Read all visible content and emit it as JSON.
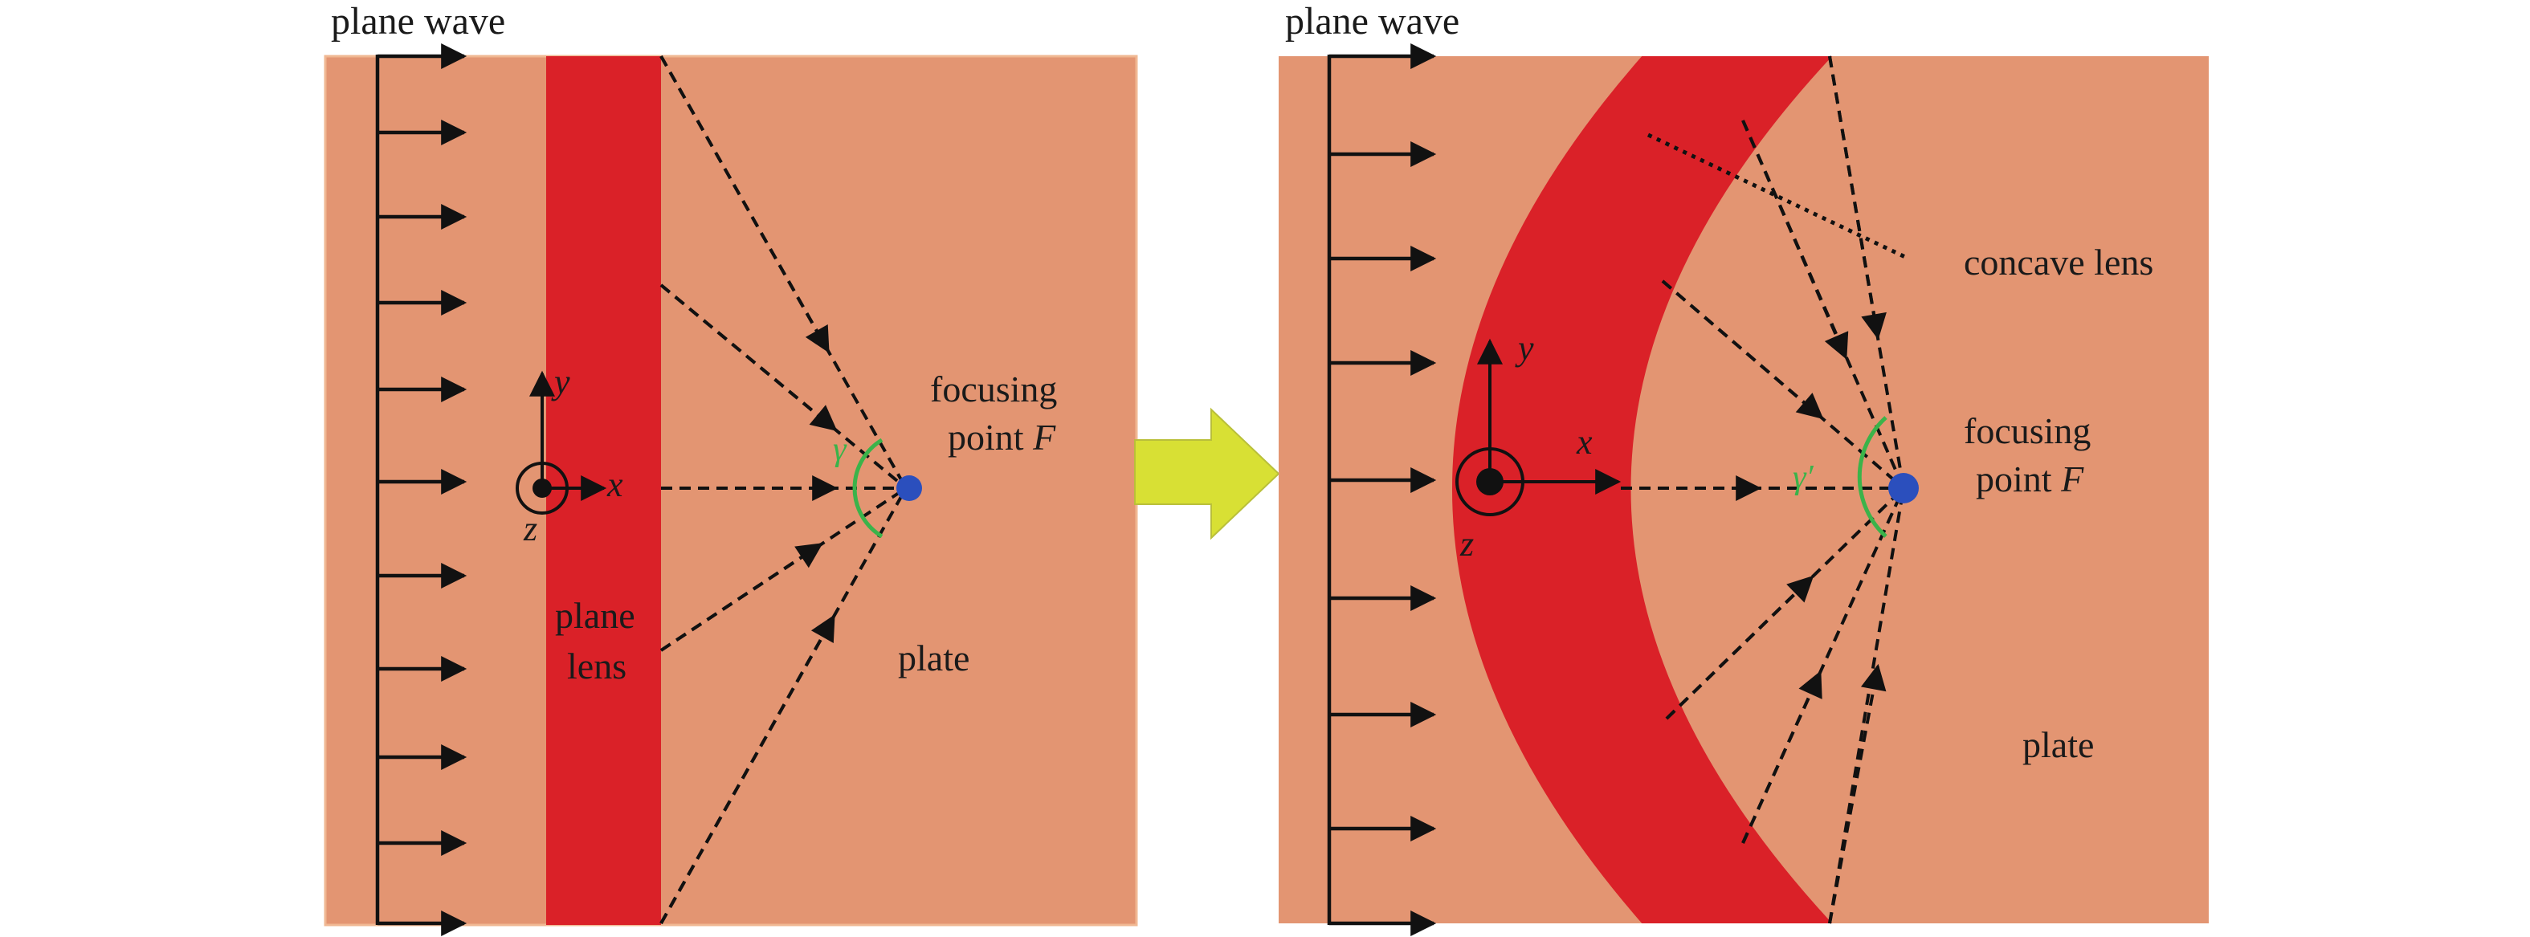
{
  "left_panel": {
    "title": "plane wave",
    "lens_label_1": "plane",
    "lens_label_2": "lens",
    "focus_label_1": "focusing",
    "focus_label_2": "point ",
    "focus_symbol": "F",
    "plate_label": "plate",
    "gamma_label": "γ",
    "axis_x": "x",
    "axis_y": "y",
    "axis_z": "z"
  },
  "right_panel": {
    "title": "plane wave",
    "lens_label": "concave lens",
    "focus_label_1": "focusing",
    "focus_label_2": "point ",
    "focus_symbol": "F",
    "plate_label": "plate",
    "gamma_label": "γ′",
    "axis_x": "x",
    "axis_y": "y",
    "axis_z": "z"
  },
  "colors": {
    "plate": "#e39572",
    "lens": "#da2128",
    "focus_point": "#2b4fbd",
    "angle_arc": "#3bb34a",
    "transition_arrow": "#d8e034"
  }
}
